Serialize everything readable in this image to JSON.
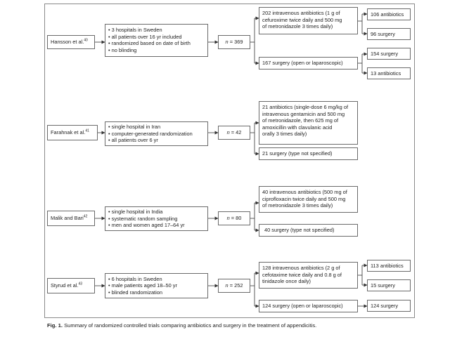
{
  "caption": {
    "label": "Fig. 1.",
    "text": "Summary of randomized controlled trials comparing antibiotics and surgery in the treatment of appendicitis."
  },
  "trials": [
    {
      "name": "Hansson et al.",
      "ref": "40",
      "criteria": [
        "3 hospitals in Sweden",
        "all patients over 16 yr included",
        "randomized based on date of birth",
        "no blinding"
      ],
      "n_label": "n",
      "n_value": "= 369",
      "arms": [
        {
          "text": [
            "202 intravenous antibiotics (1 g of",
            "cefuroxime twice daily and 500 mg",
            "of metronidazole 3 times daily)"
          ],
          "outcomes": [
            "106 antibiotics",
            "96 surgery"
          ]
        },
        {
          "text": [
            "167 surgery (open or laparoscopic)"
          ],
          "outcomes": [
            "154 surgery",
            "13 antibiotics"
          ]
        }
      ]
    },
    {
      "name": "Farahnak et al.",
      "ref": "41",
      "criteria": [
        "single hospital in Iran",
        "computer-generated randomization",
        "all patients over 6 yr"
      ],
      "n_label": "n",
      "n_value": "= 42",
      "arms": [
        {
          "text": [
            "21 antibiotics (single-dose 6 mg/kg of",
            "intravenous gentamicin and 500 mg",
            "of metronidazole, then 625 mg of",
            "amoxicillin with clavulanic acid",
            "orally 3 times daily)"
          ]
        },
        {
          "text": [
            "21 surgery (type not specified)"
          ]
        }
      ]
    },
    {
      "name": "Malik and Bari",
      "ref": "42",
      "criteria": [
        "single hospital in India",
        "systematic random sampling",
        "men and women aged 17–64 yr"
      ],
      "n_label": "n",
      "n_value": "= 80",
      "arms": [
        {
          "text": [
            "40 intravenous antibiotics (500 mg of",
            "ciprofloxacin twice daily and 500 mg",
            "of metronidazole 3 times daily)"
          ]
        },
        {
          "text": [
            "40 surgery (type not specified)"
          ]
        }
      ]
    },
    {
      "name": "Styrud et al.",
      "ref": "43",
      "criteria": [
        "6 hospitals in Sweden",
        "male patients aged 18–50 yr",
        "blinded randomization"
      ],
      "n_label": "n",
      "n_value": "= 252",
      "arms": [
        {
          "text": [
            "128 intravenous antibiotics (2 g of",
            "cefotaxime twice daily and 0.8 g of",
            "tinidazole once daily)"
          ],
          "outcomes": [
            "113 antibiotics",
            "15 surgery"
          ]
        },
        {
          "text": [
            "124 surgery (open or laparoscopic)"
          ],
          "outcomes": [
            "124 surgery"
          ]
        }
      ]
    }
  ]
}
